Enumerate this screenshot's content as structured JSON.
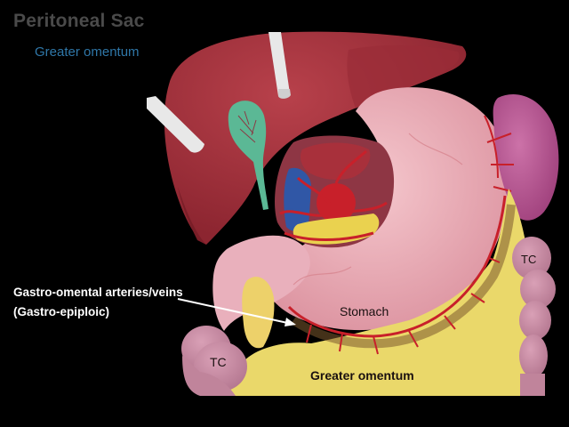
{
  "slide": {
    "title": "Peritoneal Sac",
    "subtitle": "Greater omentum",
    "subtitle_color": "#2f77a8",
    "background": "#000000"
  },
  "labels": {
    "gastro_line1": "Gastro-omental arteries/veins",
    "gastro_line2": "(Gastro-epiploic)",
    "stomach": "Stomach",
    "greater_omentum": "Greater omentum",
    "tc_left": "TC",
    "tc_right": "TC"
  },
  "illustration": {
    "structures": [
      "liver",
      "gallbladder",
      "retractors",
      "stomach",
      "spleen",
      "pancreas",
      "aorta",
      "inferior-vena-cava",
      "greater-omentum",
      "transverse-colon",
      "gastro-omental-vessels"
    ],
    "colors": {
      "liver": "#a3313c",
      "gallbladder": "#5bb895",
      "stomach": "#e9a7b1",
      "spleen": "#b4548d",
      "omentum": "#ead86a",
      "colon": "#c9879e",
      "artery": "#c8202a",
      "vein": "#3057a6"
    }
  }
}
